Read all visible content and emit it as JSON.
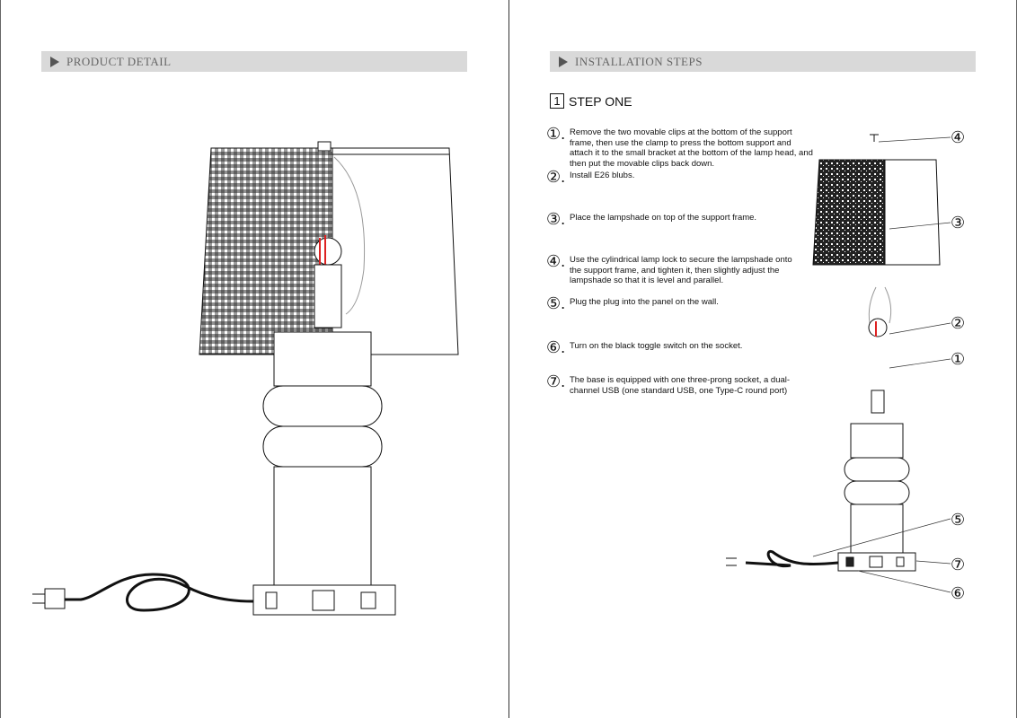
{
  "left_page": {
    "header": "PRODUCT DETAIL"
  },
  "right_page": {
    "header": "INSTALLATION STEPS",
    "step": {
      "number": "1",
      "title": "STEP ONE"
    },
    "instructions": [
      {
        "marker": "①.",
        "text": "Remove the two movable clips at the bottom of the support frame, then use the clamp to press the bottom support and attach it to the small bracket at the bottom of the lamp head, and then put the movable clips back down."
      },
      {
        "marker": "②.",
        "text": "Install E26 blubs."
      },
      {
        "marker": "③.",
        "text": "Place the lampshade on top of the support frame."
      },
      {
        "marker": "④.",
        "text": "Use the cylindrical lamp lock to secure the lampshade onto the support frame, and tighten it, then slightly adjust the lampshade so that it is level and parallel."
      },
      {
        "marker": "⑤.",
        "text": "Plug the plug into the panel on the wall."
      },
      {
        "marker": "⑥.",
        "text": "Turn on the black toggle switch on the socket."
      },
      {
        "marker": "⑦.",
        "text": "The base is equipped with one three-prong socket, a dual-channel USB (one standard USB, one Type-C round port)"
      }
    ],
    "callouts": [
      "④",
      "③",
      "②",
      "①",
      "⑤",
      "⑦",
      "⑥"
    ]
  }
}
